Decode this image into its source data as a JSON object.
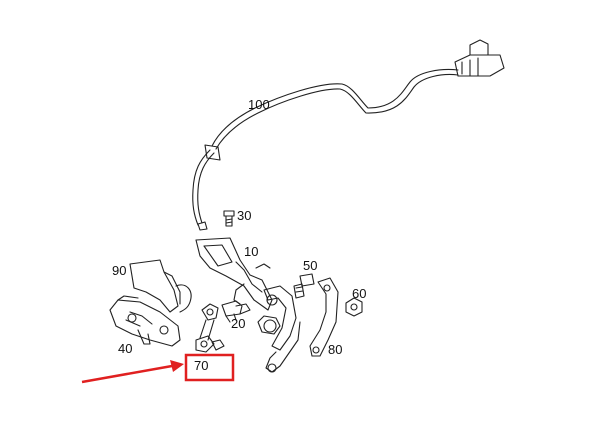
{
  "parts": {
    "p100": "100",
    "p30": "30",
    "p10": "10",
    "p90": "90",
    "p50": "50",
    "p60": "60",
    "p20": "20",
    "p40": "40",
    "p80": "80",
    "p70": "70"
  },
  "highlight": {
    "part": "70",
    "box_color": "#e02020",
    "arrow_color": "#e02020"
  }
}
